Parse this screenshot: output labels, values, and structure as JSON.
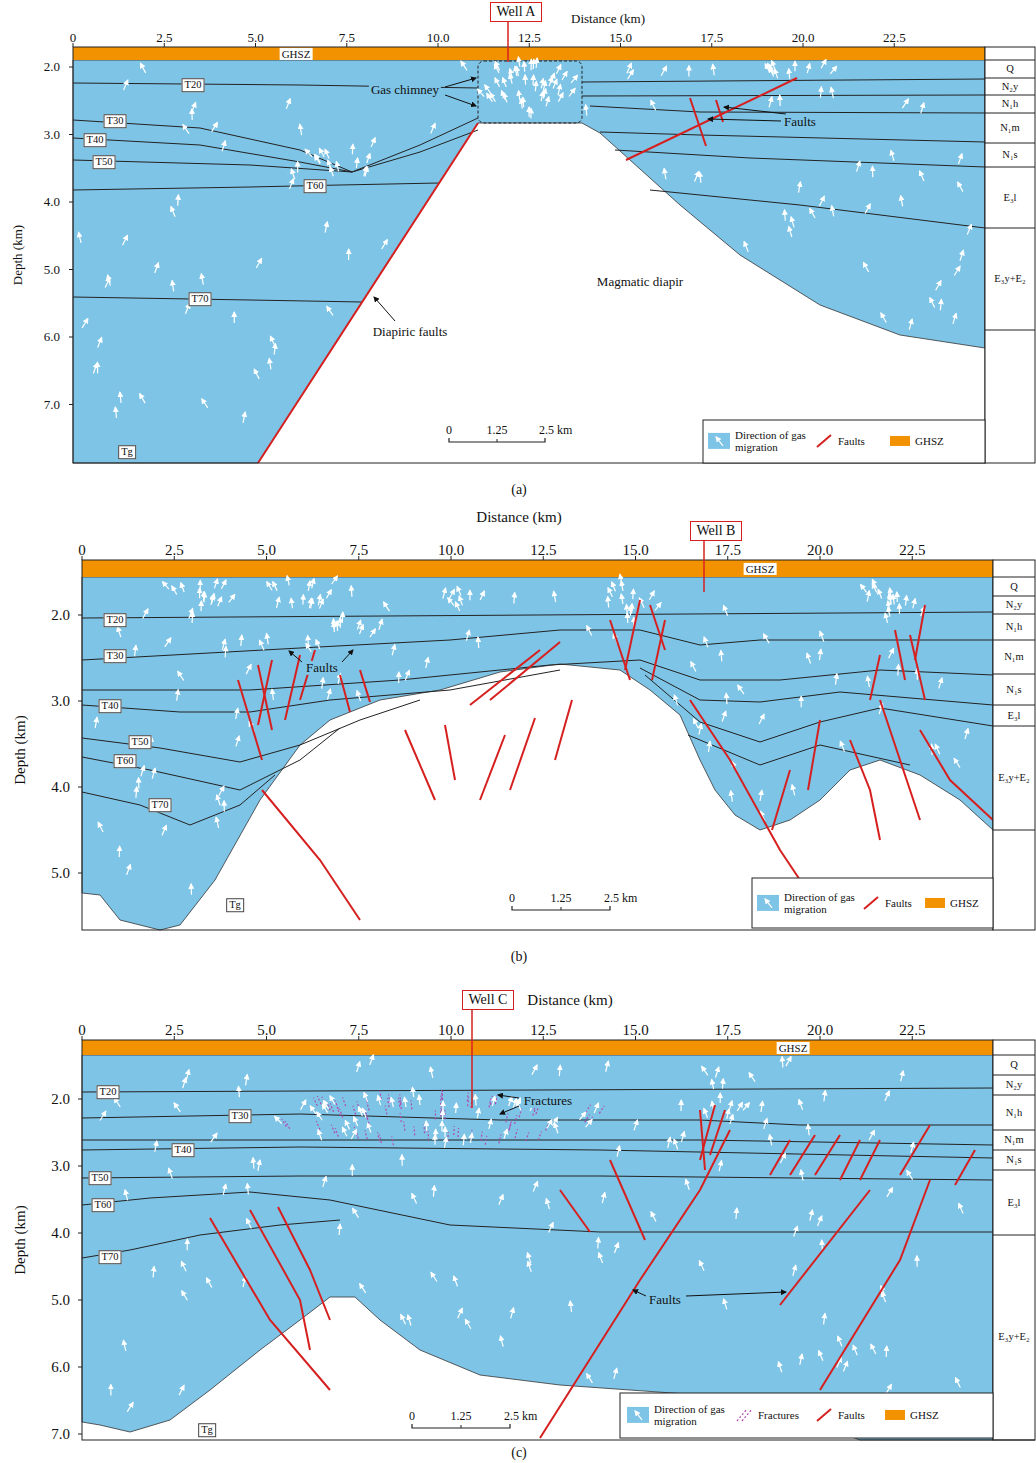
{
  "diagram": {
    "nodes": [
      {
        "text": [
          "Well A"
        ]
      },
      {
        "text": [
          "Well B"
        ]
      },
      {
        "text": [
          "Well C"
        ]
      }
    ],
    "labels": [
      "Distance (km)",
      "0",
      "2.5",
      "5.0",
      "7.5",
      "10.0",
      "12.5",
      "15.0",
      "17.5",
      "20.0",
      "22.5",
      "Depth (km)",
      "2.0",
      "3.0",
      "4.0",
      "5.0",
      "6.0",
      "7.0",
      "GHSZ",
      "T20",
      "T30",
      "T40",
      "T50",
      "T60",
      "T70",
      "Tg",
      "Gas chimney",
      "Faults",
      "Magmatic diapir",
      "Diapiric faults",
      "Q",
      "N₂y",
      "N₁h",
      "N₁m",
      "N₁s",
      "E₃l",
      "E₃y+E₂",
      "0",
      "1.25",
      "2.5 km",
      "(a)",
      "Distance (km)",
      "0",
      "2.5",
      "5.0",
      "7.5",
      "10.0",
      "12.5",
      "15.0",
      "17.5",
      "20.0",
      "22.5",
      "Depth (km)",
      "2.0",
      "3.0",
      "4.0",
      "5.0",
      "GHSZ",
      "T20",
      "T30",
      "T40",
      "T50",
      "T60",
      "T70",
      "Tg",
      "Faults",
      "Q",
      "N₂y",
      "N₁h",
      "N₁m",
      "N₁s",
      "E₃l",
      "E₃y+E₂",
      "0",
      "1.25",
      "2.5 km",
      "(b)",
      "Distance (km)",
      "0",
      "2.5",
      "5.0",
      "7.5",
      "10.0",
      "12.5",
      "15.0",
      "17.5",
      "20.0",
      "22.5",
      "Depth (km)",
      "2.0",
      "3.0",
      "4.0",
      "5.0",
      "6.0",
      "7.0",
      "GHSZ",
      "T20",
      "T30",
      "T40",
      "T50",
      "T60",
      "T70",
      "Tg",
      "Fractures",
      "Faults",
      "Q",
      "N₂y",
      "N₁h",
      "N₁m",
      "N₁s",
      "E₃l",
      "E₃y+E₂",
      "0",
      "1.25",
      "2.5 km",
      "(c)"
    ],
    "legend": [
      {
        "text": "Direction of gas migration",
        "color": "#7ec4e6"
      },
      {
        "text": "Faults"
      },
      {
        "text": "GHSZ",
        "color": "#f39200"
      },
      {
        "text": "Direction of gas migration",
        "color": "#7ec4e6"
      },
      {
        "text": "Faults"
      },
      {
        "text": "GHSZ",
        "color": "#f39200"
      },
      {
        "text": "Direction of gas migration",
        "color": "#7ec4e6"
      },
      {
        "text": "Fractures"
      },
      {
        "text": "Faults"
      },
      {
        "text": "GHSZ",
        "color": "#f39200"
      }
    ]
  }
}
